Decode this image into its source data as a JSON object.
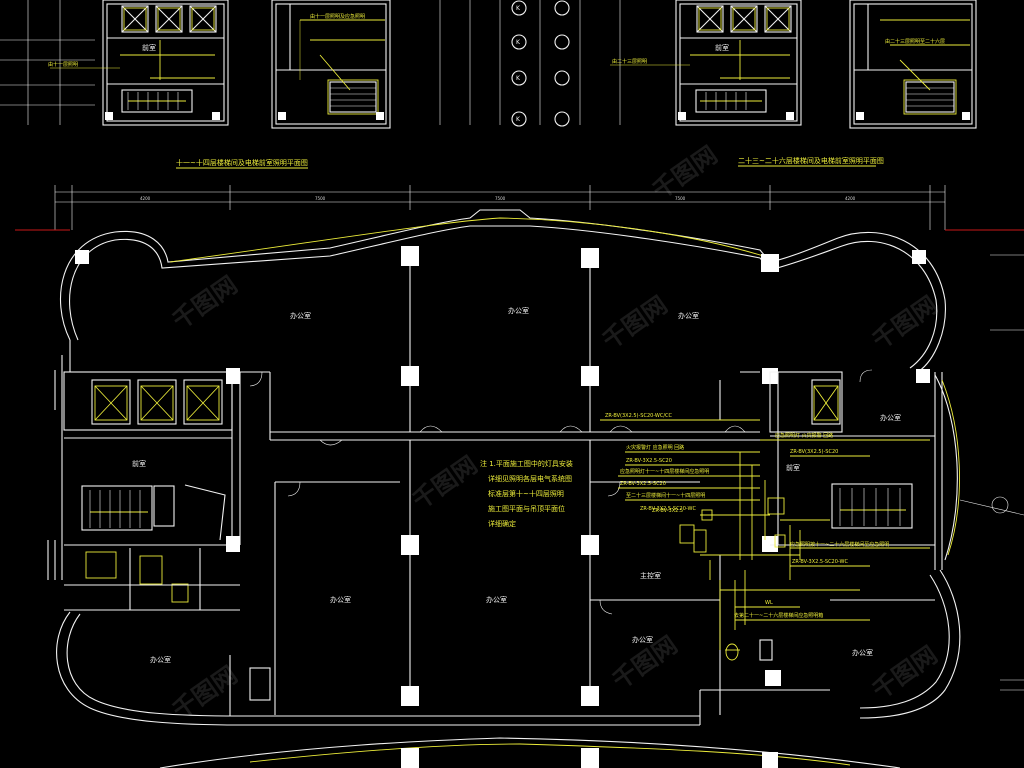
{
  "titles": {
    "left_detail": "十一~十四层楼梯间及电梯前室照明平面图",
    "right_detail": "二十三~二十六层楼梯间及电梯前室照明平面图"
  },
  "grid_labels": [
    "K",
    "K",
    "K",
    "K"
  ],
  "rooms": {
    "nw_office": "办公室",
    "n_center_office": "办公室",
    "ne_office": "办公室",
    "w_front_room": "前室",
    "sw_office": "办公室",
    "s_office_a": "办公室",
    "s_office_b": "办公室",
    "main_office": "主控室",
    "se_office_a": "办公室",
    "se_office_b": "办公室",
    "e_office": "办公室",
    "e_front_room": "前室",
    "detail_left_front": "前室",
    "detail_right_front": "前室"
  },
  "notes": [
    "注 1.平面施工图中的灯具安装",
    "详细见照明各层电气系统图",
    "标准层第十~十四层照明",
    "施工图平面与吊顶平面位",
    "详细确定"
  ],
  "annotations": [
    "ZR-BV(3X2.5)-SC20-WC/CC",
    "火灾报警灯  应急照明  回路",
    "ZR-BV-3X2.5-SC20",
    "应急照明灯十一~十四层楼梯间应急照明",
    "ZR-BV-3X2.5-SC20",
    "至二十三层楼梯间十一~十四层照明",
    "ZR-BV-3X2.5",
    "应急照明按十一~二十六层楼梯间至应急照明",
    "ZR-BV-3X2.5-SC20-WC",
    "应急照明灯  火灾报警  回路",
    "ZR-BV(3X2.5)-SC20",
    "去第二十一~二十六层楼梯间应急照明箱",
    "WL",
    "ZR-BV-3X2.5-SC20-WC"
  ],
  "detail_annotations": [
    "由十一层照明",
    "由十一层照明及应急照明",
    "由二十三层照明",
    "由二十三层照明至二十六层"
  ],
  "dimensions": [
    "4200",
    "7500",
    "7500",
    "7500",
    "4200"
  ],
  "watermark": "千图网"
}
